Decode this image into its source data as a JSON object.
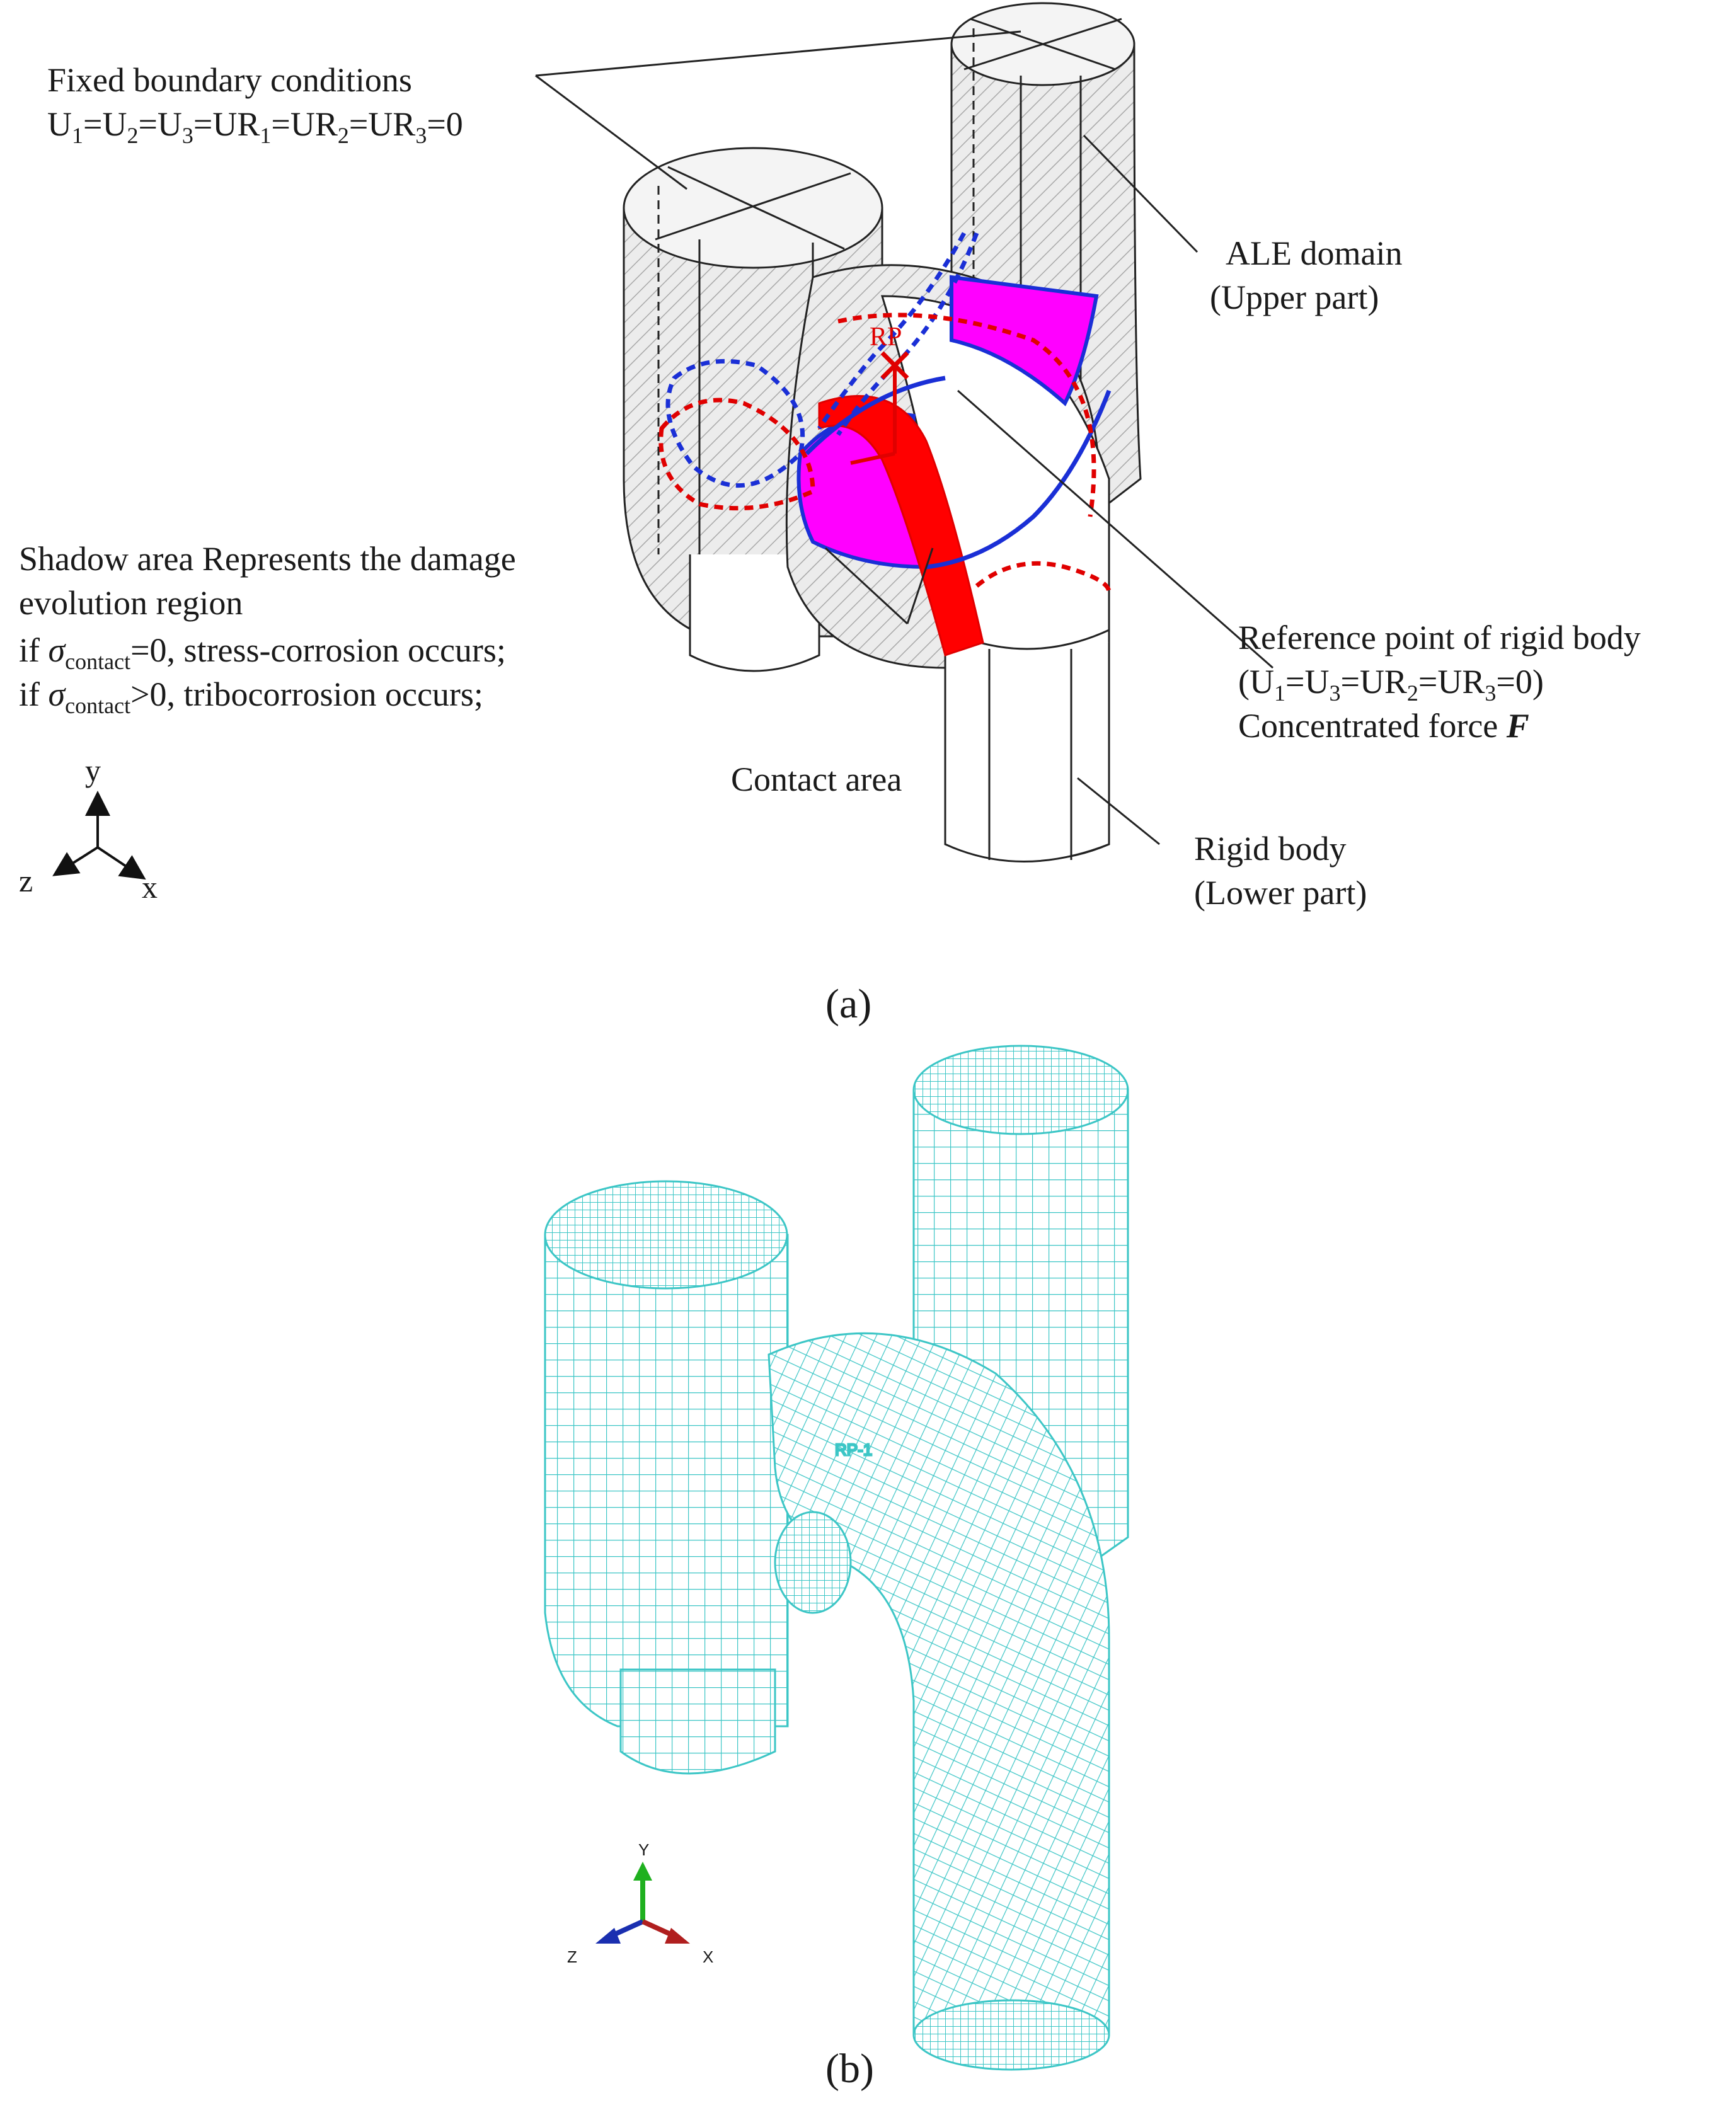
{
  "panel_a": {
    "caption": "(a)",
    "fixed_bc": {
      "title": "Fixed boundary conditions",
      "equation": "U1=U2=U3=UR1=UR2=UR3=0"
    },
    "ale": {
      "line1": "ALE domain",
      "line2": "(Upper part)"
    },
    "shadow": {
      "line1": "Shadow area Represents the damage",
      "line2": "evolution region",
      "cond1": "if σcontact=0, stress-corrosion occurs;",
      "cond2": "if σcontact>0, tribocorrosion occurs;"
    },
    "reference": {
      "line1": "Reference point of rigid body",
      "line2": "(U1=U3=UR2=UR3=0)",
      "line3_prefix": "Concentrated force ",
      "force_symbol": "F"
    },
    "contact_area": "Contact area",
    "rigid": {
      "line1": "Rigid body",
      "line2": "(Lower part)"
    },
    "rp": "RP",
    "axes": {
      "y": "y",
      "z": "z",
      "x": "x"
    }
  },
  "panel_b": {
    "caption": "(b)",
    "rp_label": "RP-1",
    "axes": {
      "y": "Y",
      "z": "Z",
      "x": "X"
    }
  },
  "colors": {
    "contact_fill": "#ff00ff",
    "rigid_path": "#ff0000",
    "ale_path": "#1a2fd6",
    "mesh": "#3cc6c6",
    "axis_y": "#1fb01f",
    "axis_z": "#1a2fb0",
    "axis_x": "#b01f1f"
  }
}
